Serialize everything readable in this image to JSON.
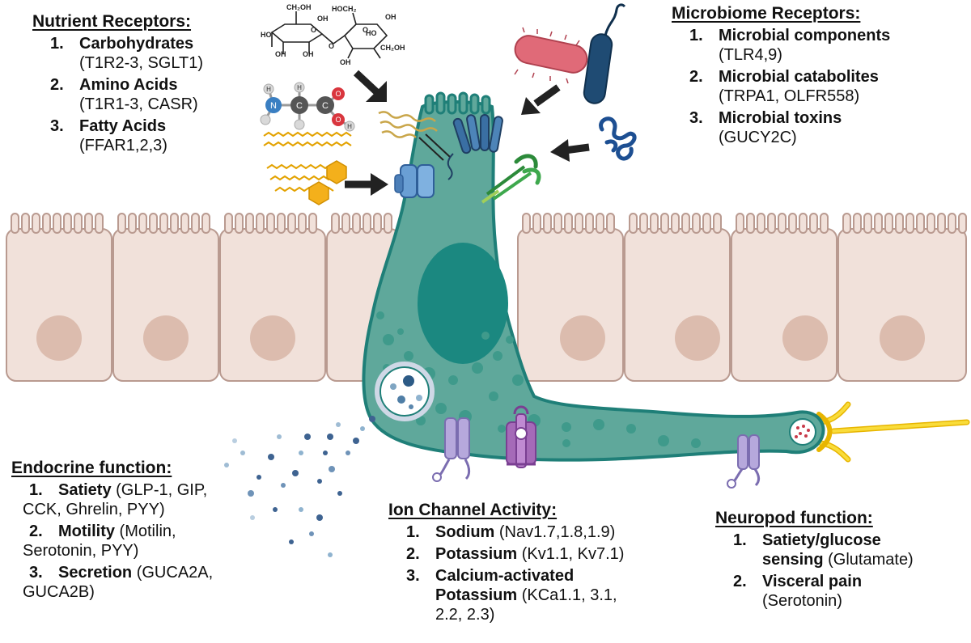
{
  "nutrient": {
    "title": "Nutrient Receptors:",
    "items": [
      {
        "num": "1.",
        "head": "Carbohydrates",
        "detail": "(T1R2-3, SGLT1)"
      },
      {
        "num": "2.",
        "head": "Amino Acids",
        "detail": "(T1R1-3, CASR)"
      },
      {
        "num": "3.",
        "head": "Fatty Acids",
        "detail": "(FFAR1,2,3)"
      }
    ]
  },
  "microbiome": {
    "title": "Microbiome Receptors:",
    "items": [
      {
        "num": "1.",
        "head": "Microbial components",
        "detail": "(TLR4,9)"
      },
      {
        "num": "2.",
        "head": "Microbial catabolites",
        "detail": "(TRPA1, OLFR558)"
      },
      {
        "num": "3.",
        "head": "Microbial toxins",
        "detail": "(GUCY2C)"
      }
    ]
  },
  "endocrine": {
    "title": "Endocrine function:",
    "items": [
      {
        "num": "1.",
        "head": "Satiety",
        "detail1": " (GLP-1, GIP,",
        "detail2": "CCK, Ghrelin, PYY)"
      },
      {
        "num": "2.",
        "head": "Motility",
        "detail1": " (Motilin,",
        "detail2": "Serotonin, PYY)"
      },
      {
        "num": "3.",
        "head": "Secretion",
        "detail1": " (GUCA2A,",
        "detail2": "GUCA2B)"
      }
    ]
  },
  "ion": {
    "title": "Ion Channel Activity:",
    "items": [
      {
        "num": "1.",
        "head": "Sodium",
        "detail": " (Nav1.7,1.8,1.9)"
      },
      {
        "num": "2.",
        "head": "Potassium",
        "detail": " (Kv1.1, Kv7.1)"
      },
      {
        "num": "3.",
        "head1": "Calcium-activated",
        "head2": "Potassium",
        "detail2": " (KCa1.1, 3.1,",
        "detail3": "2.2, 2.3)"
      }
    ]
  },
  "neuropod": {
    "title": "Neuropod function:",
    "items": [
      {
        "num": "1.",
        "head1": "Satiety/glucose",
        "head2": "sensing",
        "detail2": " (Glutamate)"
      },
      {
        "num": "2.",
        "head": "Visceral pain",
        "detail": "(Serotonin)"
      }
    ]
  },
  "molecule_labels": {
    "ch2oh_a": "CH₂OH",
    "hoch2": "HOCH₂",
    "ho_a": "HO",
    "ho_b": "HO",
    "oh_a": "OH",
    "oh_b": "OH",
    "oh_c": "OH",
    "oh_d": "OH",
    "oh_e": "OH",
    "ch2oh_b": "CH₂OH",
    "o_a": "O",
    "o_b": "O",
    "o_c": "O",
    "n": "N",
    "c1": "C",
    "c2": "C",
    "h1": "H",
    "h2": "H",
    "h3": "H",
    "o_red1": "O",
    "o_red2": "O"
  },
  "colors": {
    "cell_fill": "#5fa89b",
    "cell_stroke": "#1f7f78",
    "nucleus": "#1b8880",
    "epithelium_fill": "#f1e1da",
    "epithelium_stroke": "#b99a90",
    "epithelium_nucleus": "#dcbcae",
    "arrow": "#222222",
    "vesicle_dots": "#3e6391",
    "nerve": "#f3cf1b",
    "bacterium_pink": "#e06a78",
    "bacterium_blue": "#1f4b73",
    "channel_purple": "#b6a8dc",
    "channel_magenta": "#a56ab8"
  }
}
